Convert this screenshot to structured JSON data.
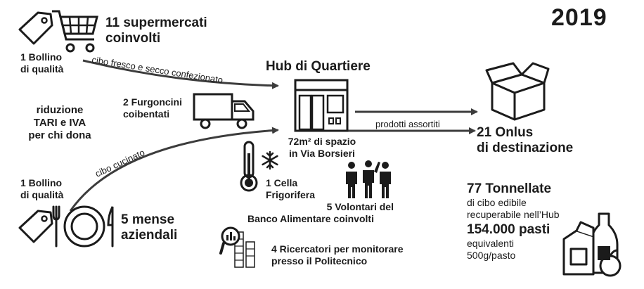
{
  "year": "2019",
  "supermarkets": {
    "title_line1": "11 supermercati",
    "title_line2": "coinvolti"
  },
  "badge_top": {
    "line1": "1 Bollino",
    "line2": "di qualità"
  },
  "badge_bottom": {
    "line1": "1 Bollino",
    "line2": "di qualità"
  },
  "flow_top_label": "cibo fresco e secco confezionato",
  "flow_bottom_label": "cibo cucinato",
  "flow_right_label": "prodotti assortiti",
  "hub": {
    "title": "Hub di Quartiere",
    "space_line1": "72m² di spazio",
    "space_line2": "in Via Borsieri"
  },
  "vans": {
    "line1": "2 Furgoncini",
    "line2": "coibentati"
  },
  "tax": {
    "line1": "riduzione",
    "line2": "TARI e IVA",
    "line3": "per chi dona"
  },
  "onlus": {
    "line1": "21 Onlus",
    "line2": "di destinazione"
  },
  "cold_cell": {
    "line1": "1 Cella",
    "line2": "Frigorifera"
  },
  "volunteers": {
    "line1": "5 Volontari del",
    "line2": "Banco Alimentare coinvolti"
  },
  "researchers": {
    "line1": "4 Ricercatori per monitorare",
    "line2": "presso il Politecnico"
  },
  "canteens": {
    "line1": "5 mense",
    "line2": "aziendali"
  },
  "stats": {
    "tonnes_title": "77 Tonnellate",
    "tonnes_line1": "di cibo edibile",
    "tonnes_line2": "recuperabile nell’Hub",
    "meals_title": "154.000 pasti",
    "meals_line1": "equivalenti",
    "meals_line2": "500g/pasto"
  },
  "colors": {
    "ink": "#1b1b1b",
    "line": "#3c3c3c",
    "background": "#ffffff"
  }
}
